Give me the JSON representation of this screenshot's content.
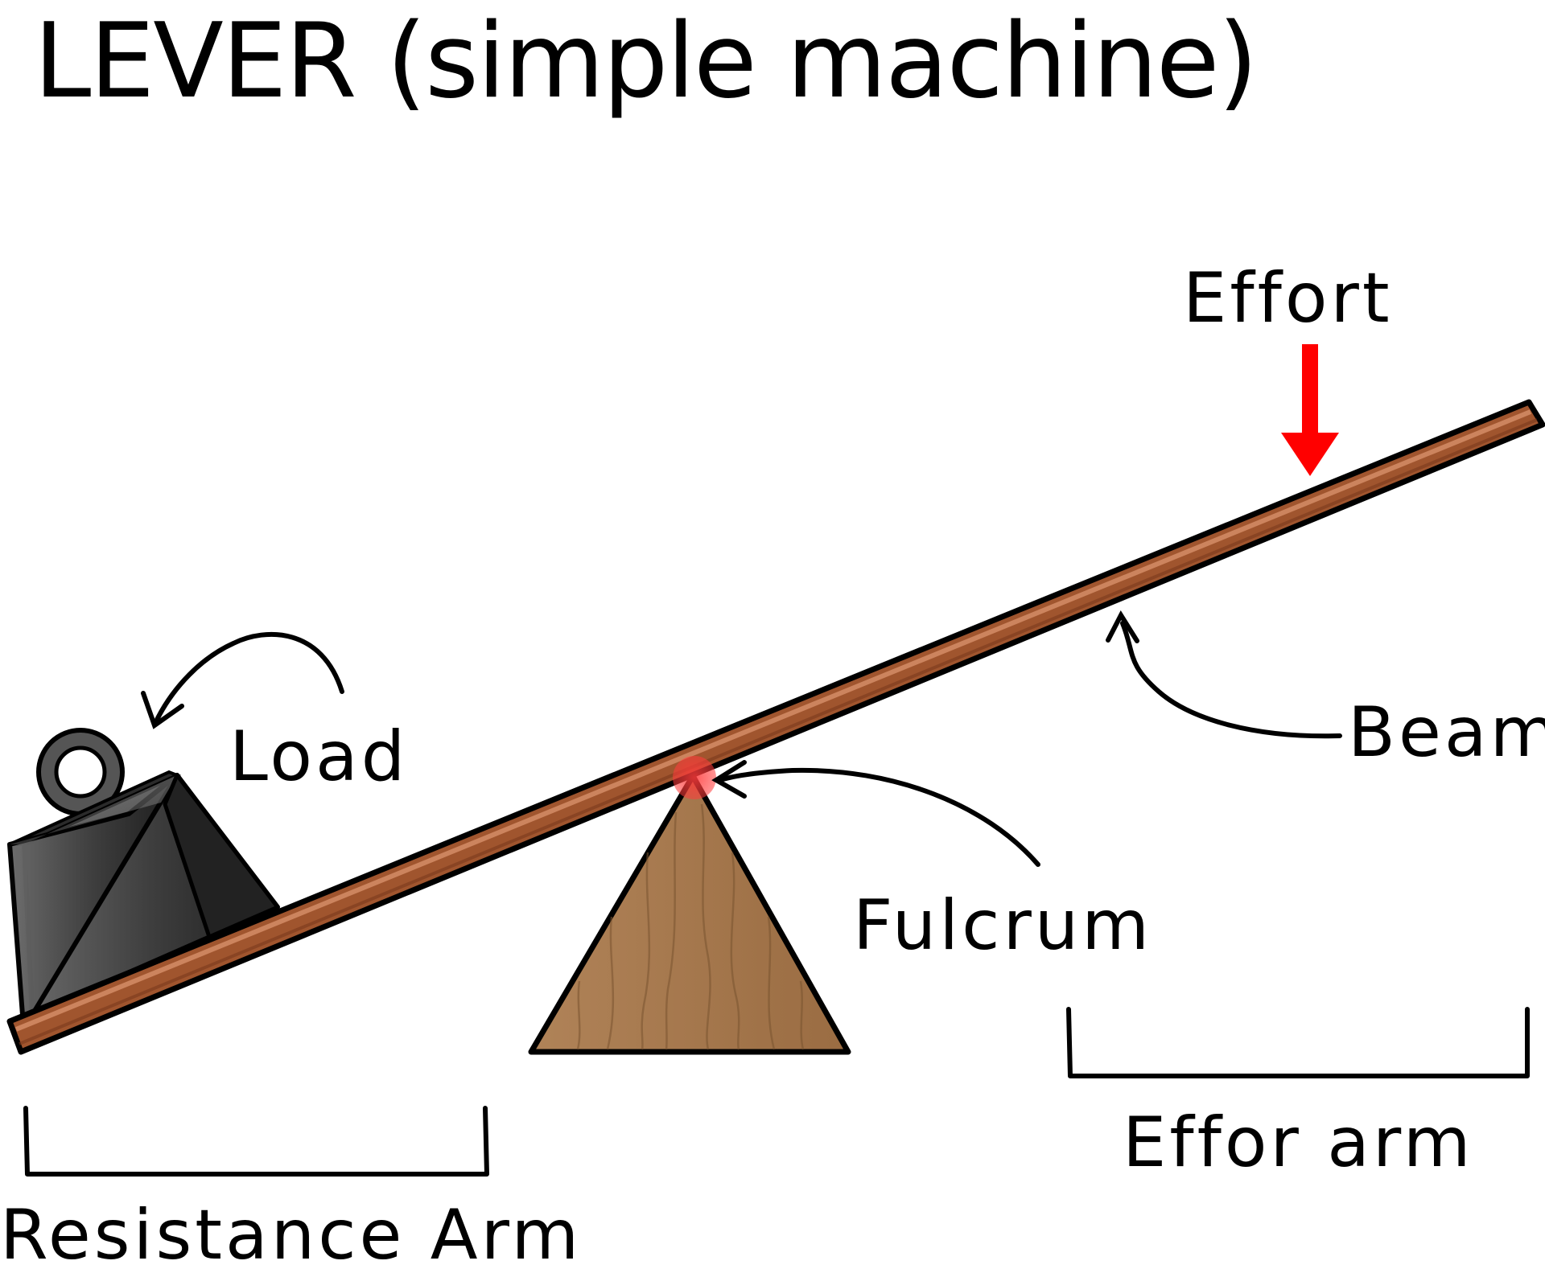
{
  "title": "LEVER (simple machine)",
  "labels": {
    "effort": "Effort",
    "load": "Load",
    "beam": "Beam",
    "fulcrum": "Fulcrum",
    "effort_arm": "Effor arm",
    "resistance_arm": "Resistance Arm"
  },
  "colors": {
    "beam": "#a0552e",
    "beam_highlight": "#d8906a",
    "fulcrum": "#a57850",
    "weight": "#4a4a4a",
    "effort_arrow": "#ff0000",
    "pivot_dot": "#ff4d4d"
  }
}
